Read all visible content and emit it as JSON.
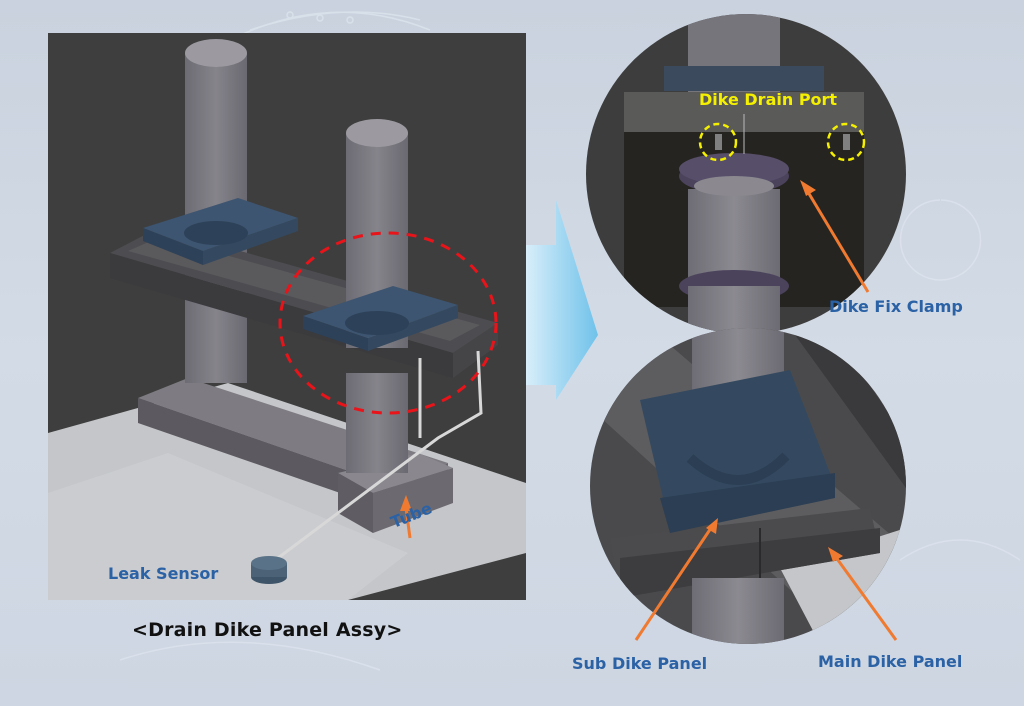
{
  "figure": {
    "caption": "<Drain Dike Panel Assy>",
    "colors": {
      "label_blue": "#2b62a6",
      "callout_yellow": "#f4f000",
      "arrow_orange": "#f07a30",
      "highlight_red": "#e8141a",
      "panel_blue": "#34495f",
      "pillar_grey": "#7a7880"
    }
  },
  "overview": {
    "labels": {
      "leak_sensor": "Leak Sensor",
      "tube": "Tube"
    },
    "highlight": "dashed-circle"
  },
  "detail_top": {
    "labels": {
      "drain_port": "Dike Drain Port",
      "fix_clamp": "Dike Fix Clamp"
    }
  },
  "detail_bottom": {
    "labels": {
      "sub_panel": "Sub Dike Panel",
      "main_panel": "Main Dike Panel"
    }
  },
  "transition": {
    "icon": "arrow-right-icon"
  }
}
